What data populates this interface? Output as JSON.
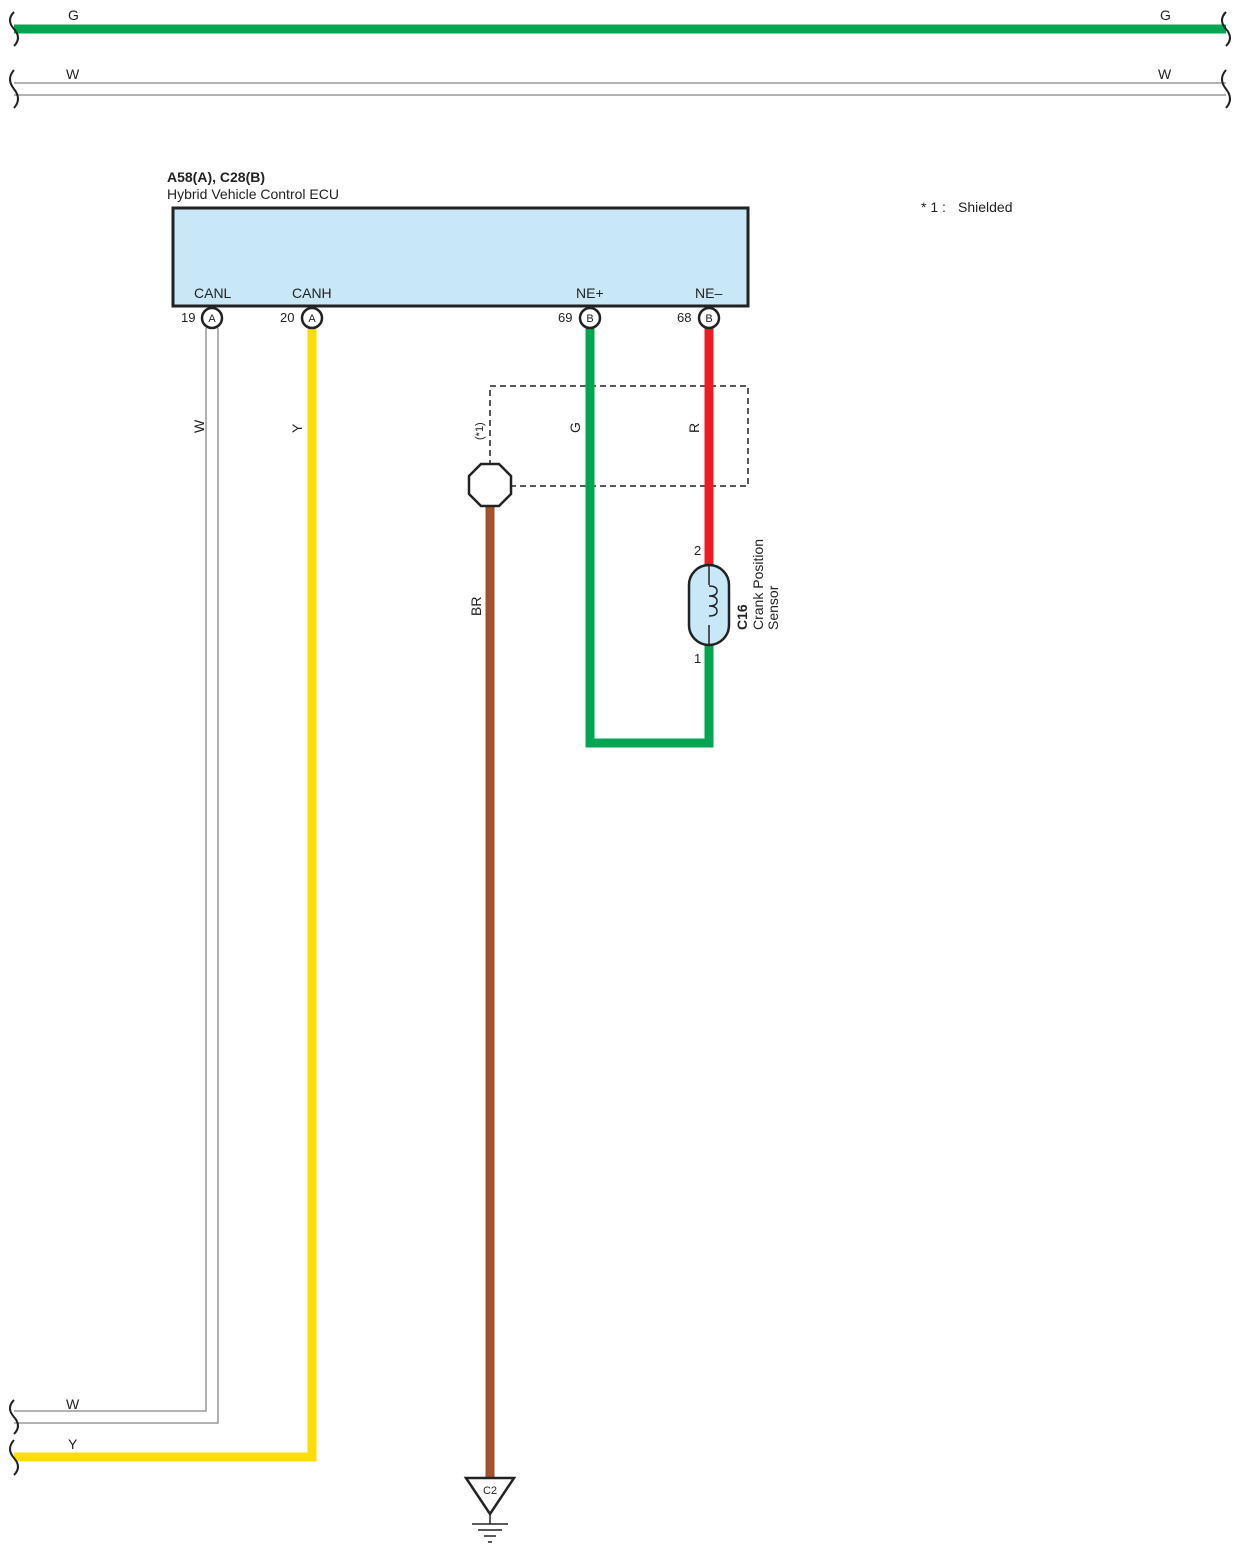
{
  "ecu": {
    "connectors": "A58(A), C28(B)",
    "name": "Hybrid Vehicle Control ECU",
    "terminals": [
      {
        "name": "CANL",
        "pin": "19",
        "connector": "A",
        "wire_color": "W"
      },
      {
        "name": "CANH",
        "pin": "20",
        "connector": "A",
        "wire_color": "Y"
      },
      {
        "name": "NE+",
        "pin": "69",
        "connector": "B",
        "wire_color": "G"
      },
      {
        "name": "NE–",
        "pin": "68",
        "connector": "B",
        "wire_color": "R"
      }
    ]
  },
  "top_wires": [
    {
      "color_code": "G",
      "color": "#00a651"
    },
    {
      "color_code": "W",
      "color": "#ffffff"
    }
  ],
  "bottom_wires": [
    {
      "color_code": "W"
    },
    {
      "color_code": "Y"
    }
  ],
  "shield": {
    "marker": "(*1)",
    "ground_wire": "BR"
  },
  "sensor": {
    "code": "C16",
    "name_line1": "Crank Position",
    "name_line2": "Sensor",
    "pin_top": "2",
    "pin_bottom": "1"
  },
  "ground": {
    "code": "C2"
  },
  "note": {
    "marker": "* 1 :",
    "text": "Shielded"
  },
  "colors": {
    "green": "#00a651",
    "yellow": "#ffdd00",
    "red": "#ed1c24",
    "brown": "#a0522d",
    "ecu_fill": "#c8e8f8"
  }
}
